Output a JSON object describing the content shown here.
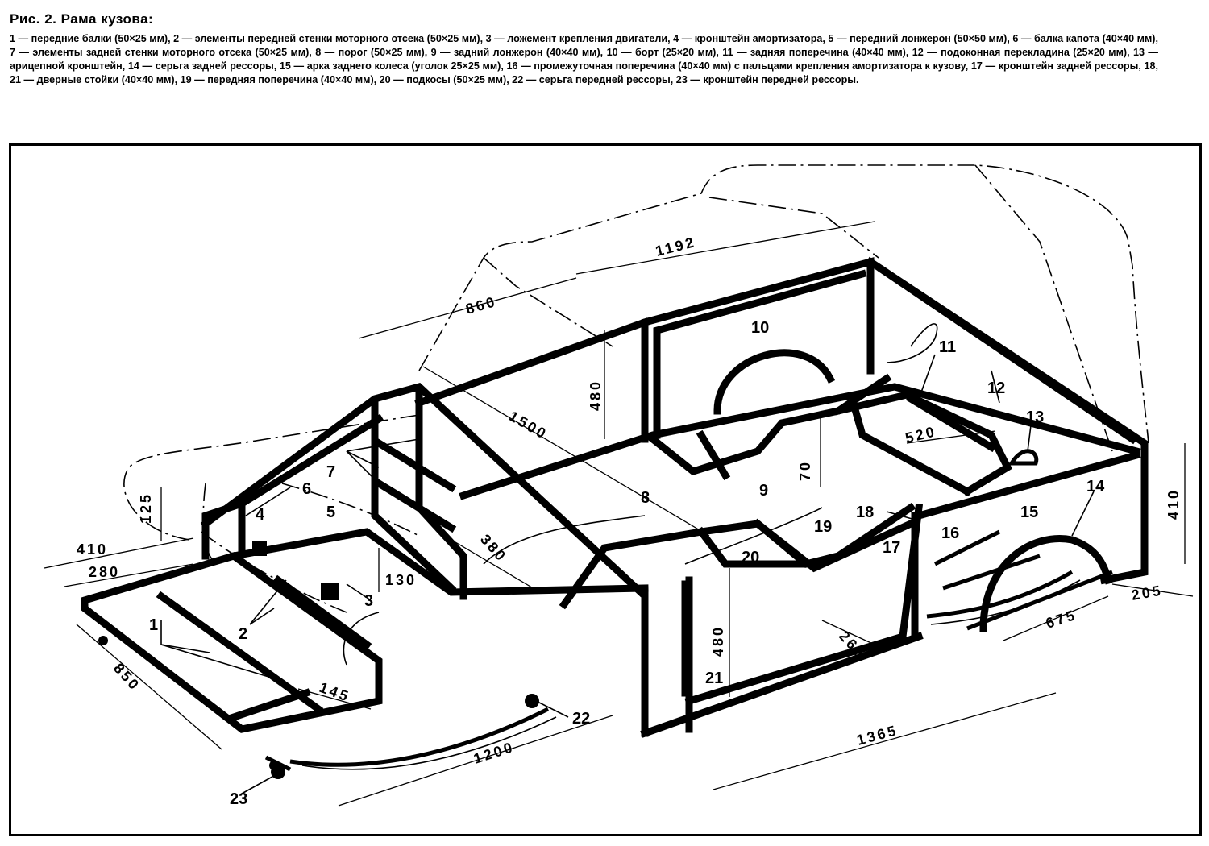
{
  "figure": {
    "title": "Рис. 2. Рама кузова:",
    "caption": "1 — передние балки (50×25 мм), 2 — элементы передней стенки моторного отсека (50×25 мм), 3 — ложемент крепления двигатели, 4 — кронштейн амортизатора, 5 — передний лонжерон (50×50 мм), 6 — балка капота (40×40 мм), 7 — элементы задней стенки моторного отсека (50×25 мм), 8 — порог (50×25 мм), 9 — задний лонжерон (40×40 мм), 10 — борт (25×20 мм), 11 — задняя поперечина (40×40 мм), 12 — подоконная перекладина (25×20 мм), 13 — арицепной кронштейн, 14 — серьга задней рессоры, 15 — арка заднего колеса (уголок 25×25 мм), 16 — промежуточная поперечина (40×40 мм) с пальцами крепления амортизатора к кузову, 17 — кронштейн задней рессоры, 18, 21 — дверные стойки (40×40 мм), 19 — передняя поперечина (40×40 мм), 20 — подкосы (50×25 мм), 22 — серьга передней рессоры, 23 — кронштейн передней рессоры."
  },
  "part_labels": [
    "1",
    "2",
    "3",
    "4",
    "5",
    "6",
    "7",
    "8",
    "9",
    "10",
    "11",
    "12",
    "13",
    "14",
    "15",
    "16",
    "17",
    "18",
    "19",
    "20",
    "21",
    "22",
    "23"
  ],
  "dimensions": {
    "d1192": "1192",
    "d860": "860",
    "d1500": "1500",
    "d480_top": "480",
    "d480_bottom": "480",
    "d520": "520",
    "d70": "70",
    "d410_left": "410",
    "d410_right": "410",
    "d280": "280",
    "d125": "125",
    "d130": "130",
    "d380": "380",
    "d850": "850",
    "d145": "145",
    "d1200": "1200",
    "d1365": "1365",
    "d265": "265",
    "d675": "675",
    "d205": "205"
  }
}
